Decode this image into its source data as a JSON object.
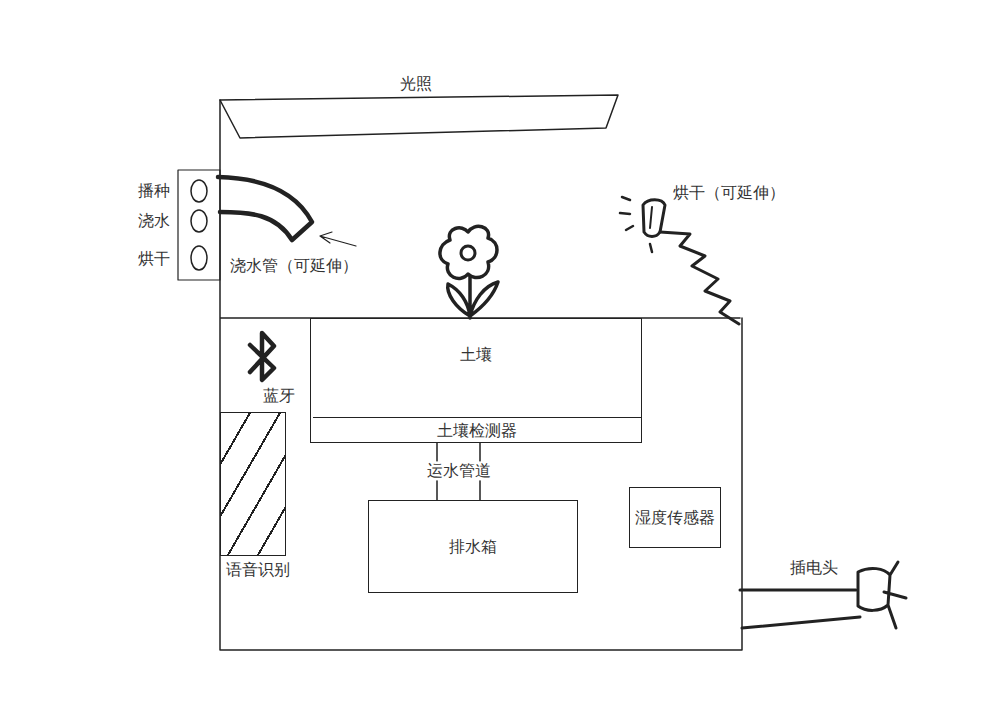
{
  "diagram": {
    "nodes": [
      {
        "text": [
          "土壤"
        ]
      },
      {
        "text": [
          "土壤检测器"
        ],
        "in": 0
      },
      {
        "text": [
          "排水箱"
        ]
      },
      {
        "text": [
          "湿度传感器"
        ]
      },
      {
        "text": [
          "语音识别"
        ]
      }
    ],
    "edges": [
      {
        "from": 1,
        "to": 2,
        "label": "运水管道",
        "arrow": "none"
      }
    ],
    "labels": [
      "光照",
      "播种",
      "浇水",
      "烘干",
      "浇水管（可延伸）",
      "烘干（可延伸）",
      "蓝牙",
      "插电头"
    ]
  }
}
